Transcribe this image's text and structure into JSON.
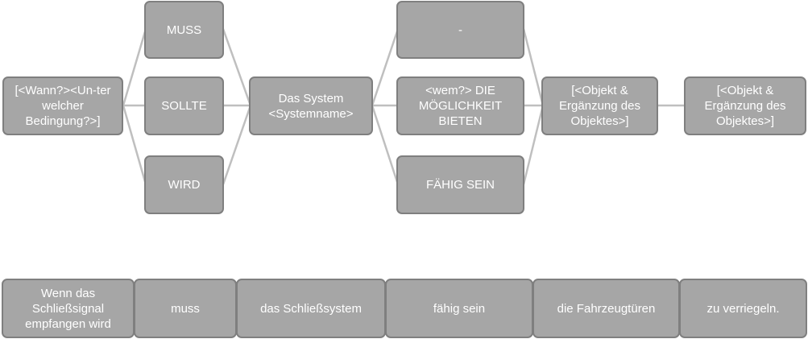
{
  "template": {
    "when_condition": "[<Wann?><Un-ter welcher Bedingung?>]",
    "modal_muss": "MUSS",
    "modal_sollte": "SOLLTE",
    "modal_wird": "WIRD",
    "system": "Das System <Systemname>",
    "activity_blank": "-",
    "activity_provide": "<wem?> DIE MÖGLICHKEIT BIETEN",
    "activity_capable": "FÄHIG SEIN",
    "object_1": "[<Objekt & Ergänzung des Objektes>]",
    "object_2": "[<Objekt & Ergänzung des Objektes>]"
  },
  "example": [
    "Wenn das Schließsignal empfangen wird",
    "muss",
    "das Schließsystem",
    "fähig sein",
    "die Fahrzeugtüren",
    "zu verriegeln."
  ],
  "colors": {
    "box_fill": "#a6a6a6",
    "box_border": "#7f7f7f",
    "connector": "#bfbfbf",
    "text": "#ffffff"
  }
}
